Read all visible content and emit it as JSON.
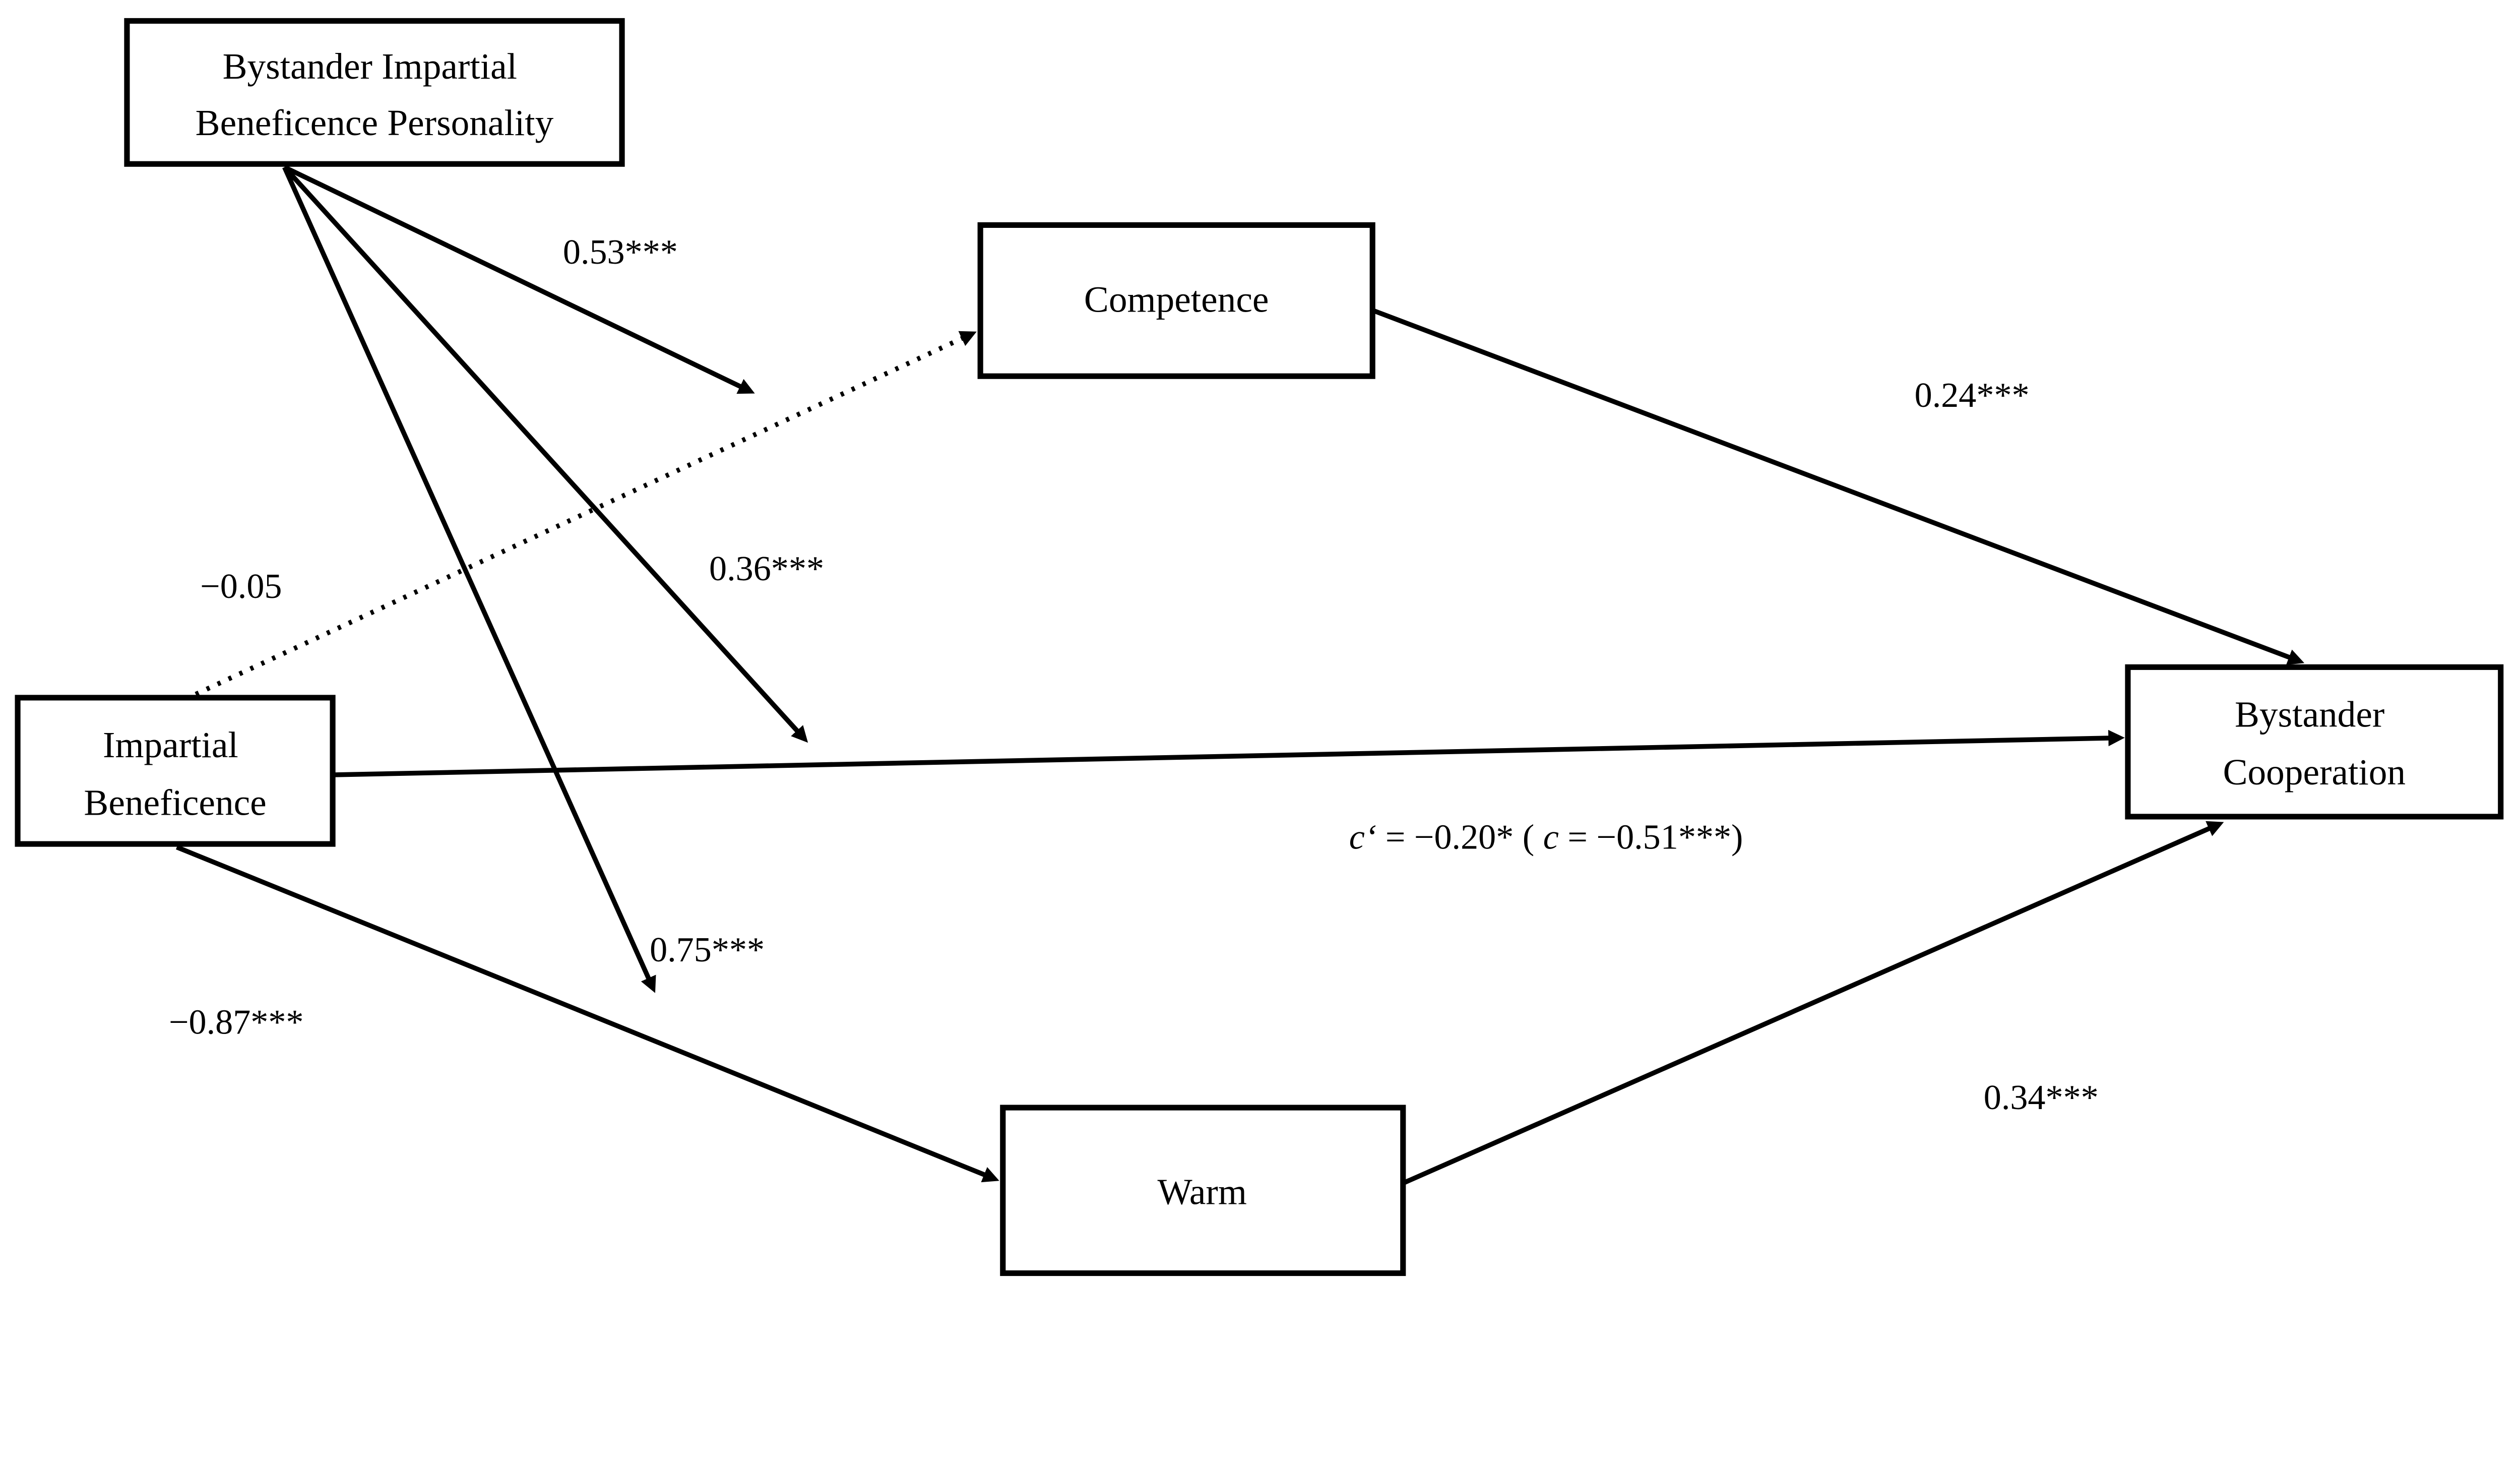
{
  "figure": {
    "background_color": "#ffffff",
    "line_color": "#000000",
    "type": "mediation-path-diagram"
  },
  "nodes": {
    "personality": {
      "line1": "Bystander Impartial",
      "line2": "Beneficence Personality"
    },
    "competence": {
      "label": "Competence"
    },
    "impartial_beneficence": {
      "line1": "Impartial",
      "line2": "Beneficence"
    },
    "bystander_cooperation": {
      "line1": "Bystander",
      "line2": "Cooperation"
    },
    "warm": {
      "label": "Warm"
    }
  },
  "edges": {
    "personality_to_competence_path": {
      "label": "0.53***",
      "style": "solid-arrow"
    },
    "personality_to_direct_path": {
      "label": "0.36***",
      "style": "solid-arrow"
    },
    "personality_to_warm_path": {
      "label": "0.75***",
      "style": "solid-arrow"
    },
    "ib_to_competence": {
      "label": "−0.05",
      "style": "dotted-arrow"
    },
    "ib_to_cooperation": {
      "style": "solid-arrow",
      "label_parts": {
        "c_prime_italic": "c‘",
        "c_prime_value": " = −0.20*  (",
        "c_italic": "c",
        "c_value": " = −0.51***)"
      }
    },
    "ib_to_warm": {
      "label": "−0.87***",
      "style": "solid-arrow"
    },
    "competence_to_cooperation": {
      "label": "0.24***",
      "style": "solid-arrow"
    },
    "warm_to_cooperation": {
      "label": "0.34***",
      "style": "solid-arrow"
    }
  }
}
